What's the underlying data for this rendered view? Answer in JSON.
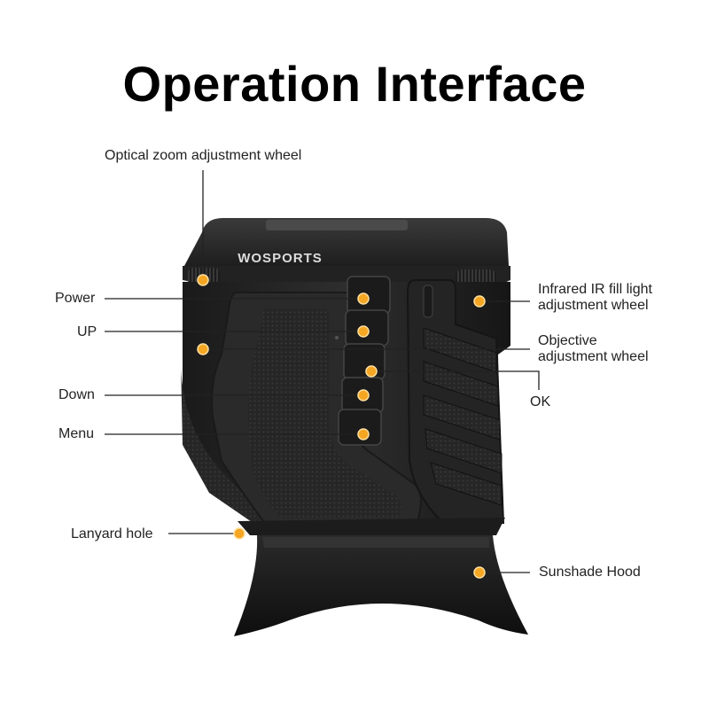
{
  "title": "Operation Interface",
  "brand": "WOSPORTS",
  "labels": {
    "optical_zoom": "Optical zoom adjustment wheel",
    "power": "Power",
    "up": "UP",
    "down": "Down",
    "menu": "Menu",
    "lanyard": "Lanyard hole",
    "ir_line1": "Infrared IR fill light",
    "ir_line2": "adjustment wheel",
    "objective_line1": "Objective",
    "objective_line2": "adjustment wheel",
    "ok": "OK",
    "sunshade": "Sunshade Hood"
  },
  "colors": {
    "marker": "#f5a623",
    "body": "#2a2a2a",
    "body_dark": "#141414",
    "leader": "#222222"
  }
}
